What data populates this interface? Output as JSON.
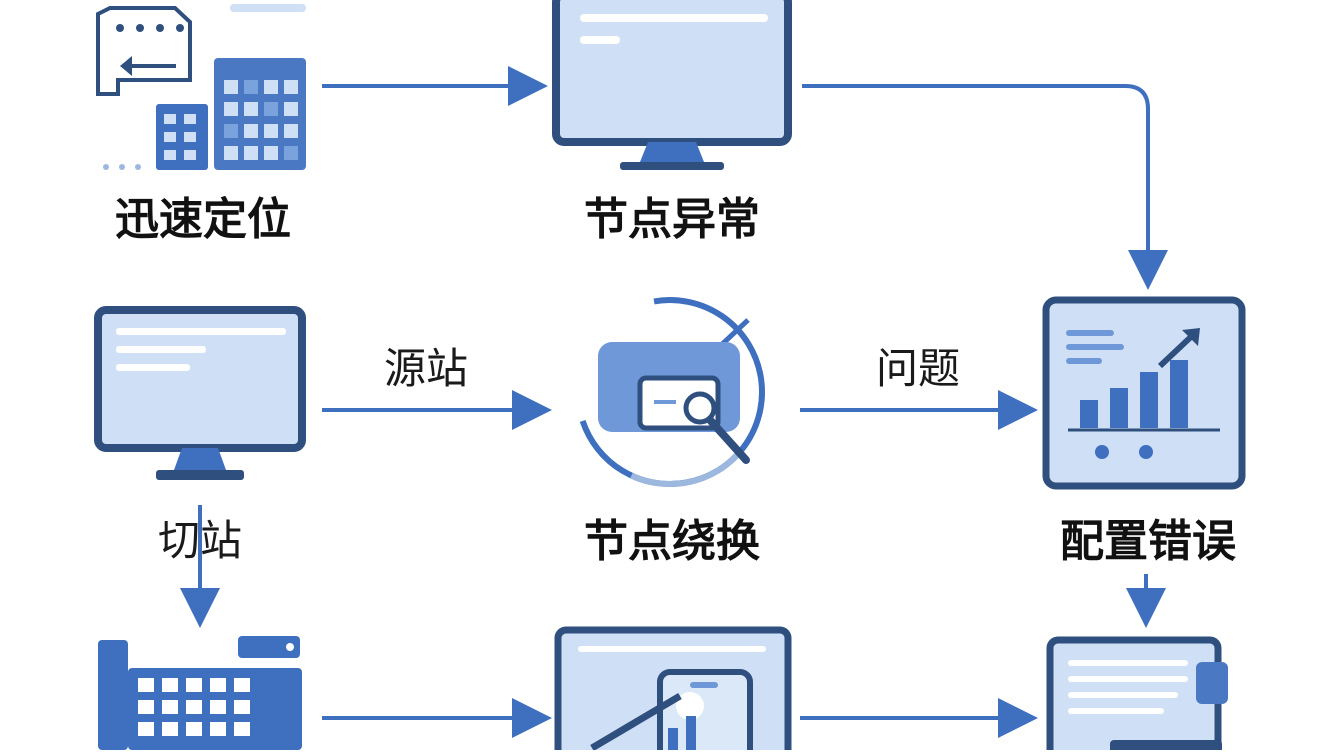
{
  "diagram": {
    "nodes": {
      "locate": {
        "label": "迅速定位",
        "icon": "building-chat-icon"
      },
      "node_fault": {
        "label": "节点异常",
        "icon": "monitor-icon"
      },
      "config_error": {
        "label": "配置错误",
        "icon": "chart-panel-icon"
      },
      "source_monitor": {
        "label": "",
        "icon": "monitor-icon"
      },
      "node_swap": {
        "label": "节点绕换",
        "icon": "card-search-icon"
      },
      "grid_panel": {
        "label": "",
        "icon": "grid-building-icon"
      },
      "analytics_monitor": {
        "label": "",
        "icon": "analytics-monitor-icon"
      },
      "document_panel": {
        "label": "",
        "icon": "document-panel-icon"
      }
    },
    "edges": {
      "source_station": "源站",
      "problem": "问题",
      "switch_station": "切站"
    }
  },
  "colors": {
    "primary": "#3f6fbf",
    "dark": "#2f4f7f",
    "light_fill": "#cfe0f6",
    "mid_fill": "#7aa3dd",
    "text": "#111111"
  }
}
